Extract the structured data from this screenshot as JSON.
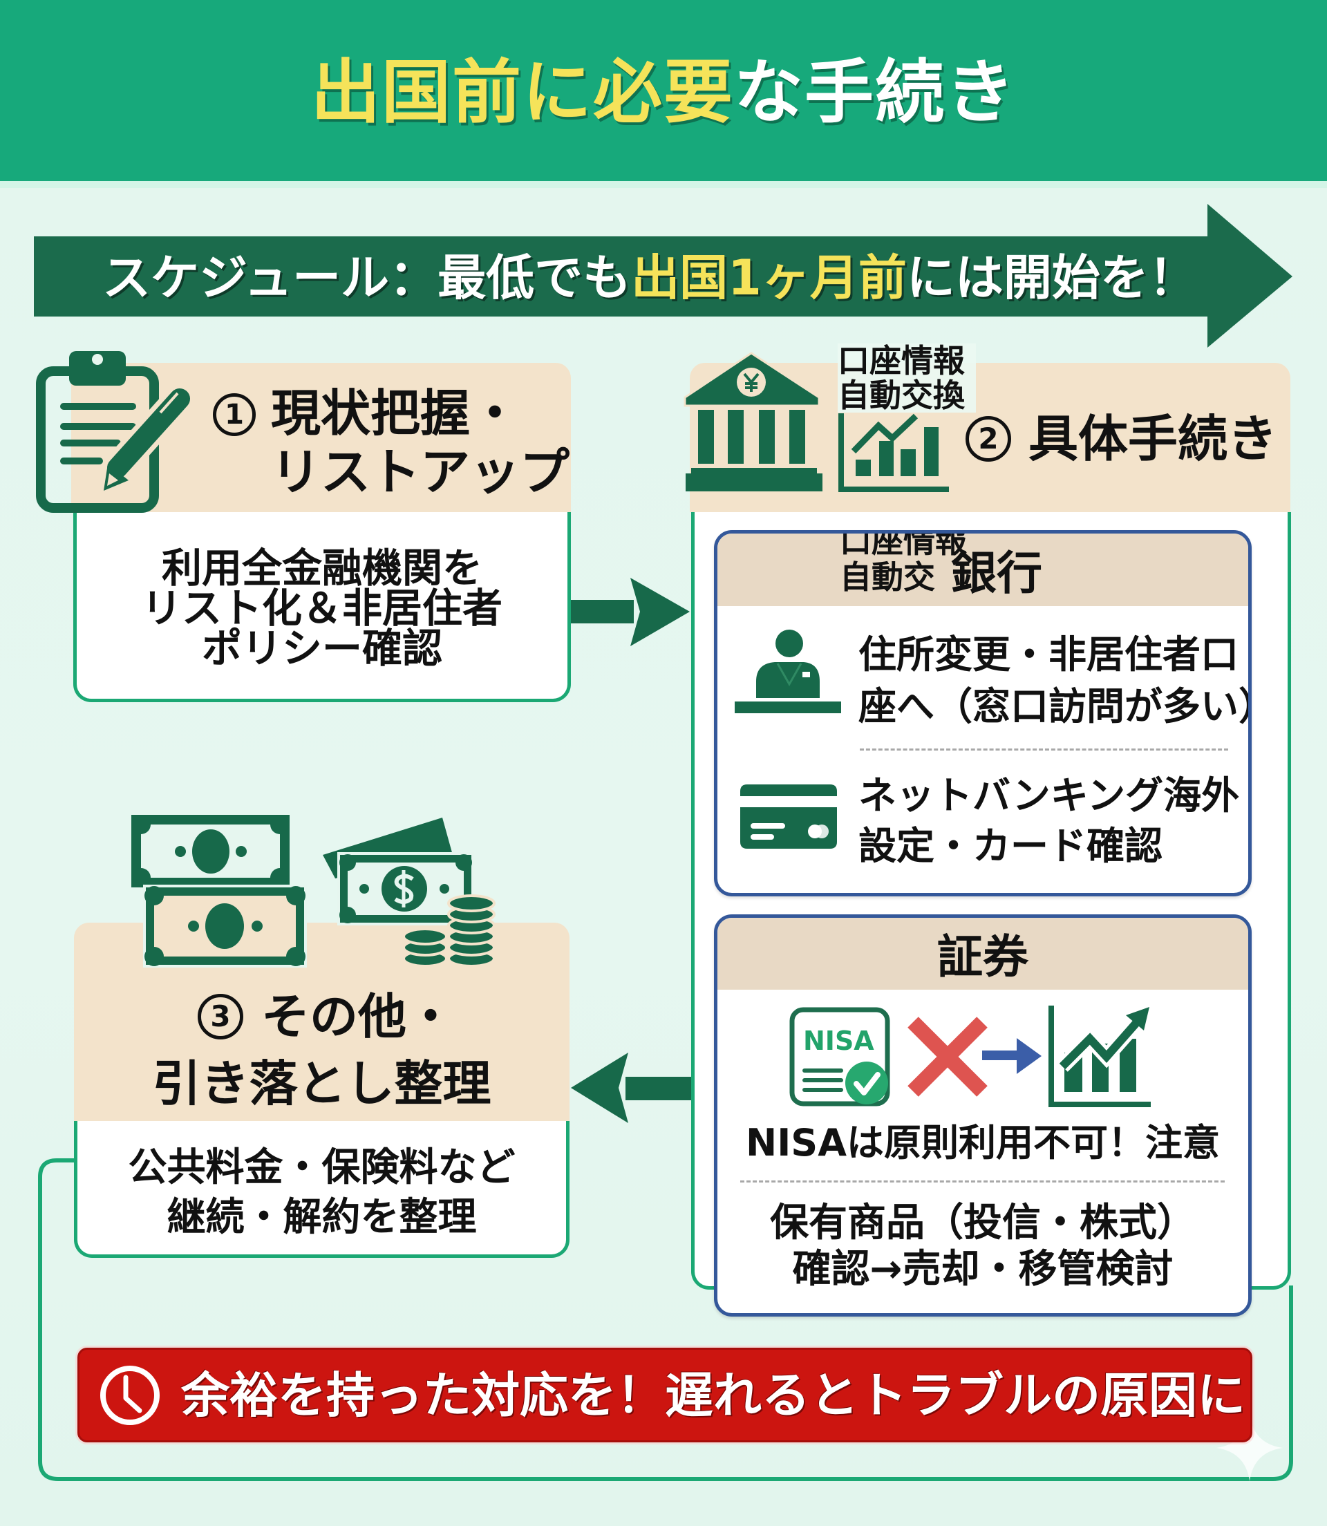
{
  "colors": {
    "header_green": "#17a97b",
    "dark_green": "#1b6b4c",
    "card_border_green": "#1ba874",
    "highlight_yellow": "#f5e35a",
    "beige": "#f3e3cb",
    "box_border_blue": "#34589a",
    "alert_red": "#cc1510",
    "page_background": "#e4f6ee"
  },
  "header": {
    "title_highlight": "出国前に必要",
    "title_rest": "な手続き"
  },
  "schedule": {
    "prefix": "スケジュール：最低でも",
    "highlight": "出国1ヶ月前",
    "suffix": "には開始を！",
    "icon": "arrow-right-icon"
  },
  "step1": {
    "number": "1",
    "title_line1": "現状把握・",
    "title_line2": "リストアップ",
    "body": [
      "利用全金融機関を",
      "リスト化＆非居住者",
      "ポリシー確認"
    ],
    "icon": "clipboard-pencil-icon"
  },
  "step2": {
    "number": "2",
    "title": "具体手続き",
    "icons": [
      "bank-icon",
      "bar-chart-icon"
    ],
    "icon_caption": [
      "口座情報",
      "自動交換"
    ],
    "bank": {
      "title": "銀行",
      "ghost_caption": [
        "口座情報",
        "自動交"
      ],
      "items": [
        {
          "icon": "bank-teller-icon",
          "lines": [
            "住所変更・非居住者口",
            "座へ（窓口訪問が多い）"
          ]
        },
        {
          "icon": "credit-card-icon",
          "lines": [
            "ネットバンキング海外",
            "設定・カード確認"
          ]
        }
      ]
    },
    "securities": {
      "title": "証券",
      "nisa_label": "NISA",
      "icons": [
        "nisa-document-check-icon",
        "red-x-icon",
        "blue-arrow-right-icon",
        "growth-chart-icon"
      ],
      "warning": "NISAは原則利用不可！注意",
      "lines": [
        "保有商品（投信・株式）",
        "確認→売却・移管検討"
      ]
    }
  },
  "step3": {
    "number": "3",
    "title_line1": "その他・",
    "title_line2": "引き落とし整理",
    "body": [
      "公共料金・保険料など",
      "継続・解約を整理"
    ],
    "icon": "cash-and-coins-icon"
  },
  "footer": {
    "icon": "clock-icon",
    "warning": "余裕を持った対応を！遅れるとトラブルの原因に"
  }
}
